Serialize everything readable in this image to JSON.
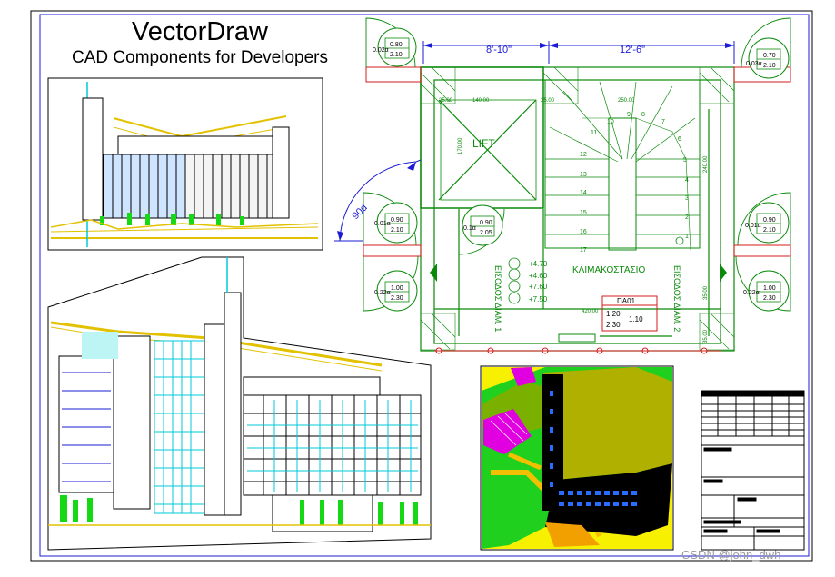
{
  "header": {
    "title": "VectorDraw",
    "subtitle": "CAD Components for Developers"
  },
  "plan": {
    "dimensions": [
      "8'-10\"",
      "12'-6\""
    ],
    "angle_label": "90d",
    "rooms": [
      "LIFT",
      "ΚΛΙΜΑΚΟΣΤΑΣΙΟ"
    ],
    "entrances": [
      "ΕΙΣΟΔΟΣ ΔΙΑΜ. 1",
      "ΕΙΣΟΔΟΣ ΔΙΑΜ. 2"
    ],
    "levels": [
      "+4.70",
      "+4.60",
      "+7.60",
      "+7.50"
    ],
    "inner_dims": [
      "25.00",
      "140.00",
      "25.00",
      "250.00",
      "170.00",
      "240.00",
      "420.00",
      "35.00",
      "35.00"
    ],
    "stair_numbers": [
      "1",
      "2",
      "3",
      "4",
      "5",
      "6",
      "7",
      "8",
      "9",
      "10",
      "11",
      "12",
      "13",
      "14",
      "15",
      "16",
      "17"
    ],
    "window_table": {
      "code": "ΠΑ01",
      "w": "1.20",
      "h": "2.30",
      "sill": "1.10"
    },
    "door_tags": [
      {
        "id": "0.02α",
        "w": "0.80",
        "h": "2.10"
      },
      {
        "id": "0.03α",
        "w": "0.70",
        "h": "2.10"
      },
      {
        "id": "0.01α",
        "w": "0.90",
        "h": "2.10"
      },
      {
        "id": "0.1α",
        "w": "0.90",
        "h": "2.05"
      },
      {
        "id": "0.01α",
        "w": "0.90",
        "h": "2.10"
      },
      {
        "id": "0.22α",
        "w": "1.00",
        "h": "2.30"
      },
      {
        "id": "0.22α",
        "w": "1.00",
        "h": "2.30"
      }
    ]
  },
  "footer": {
    "watermark": "CSDN @john_dwh"
  }
}
